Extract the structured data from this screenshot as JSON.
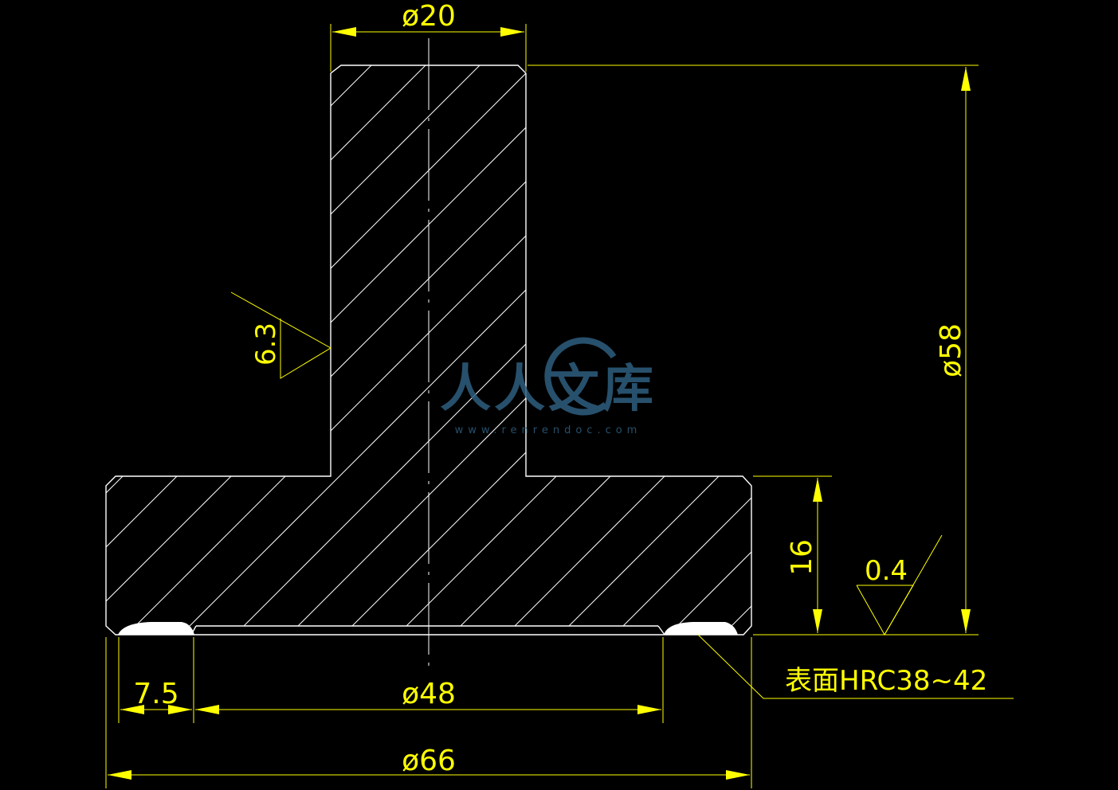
{
  "colors": {
    "background": "#000000",
    "outline": "#ffffff",
    "dimension": "#ffff00",
    "watermark": "#2e5f7f"
  },
  "dimensions": {
    "top_shaft_diameter": "ø20",
    "flange_diameter": "ø58",
    "flange_thickness": "16",
    "bore_diameter": "ø48",
    "rim_width": "7.5",
    "outer_diameter": "ø66"
  },
  "roughness": {
    "side_value": "6.3",
    "bottom_value": "0.4"
  },
  "note": {
    "hardness": "表面HRC38~42"
  },
  "watermark": {
    "logo_text": "人人文库",
    "url": "www.renrendoc.com"
  }
}
